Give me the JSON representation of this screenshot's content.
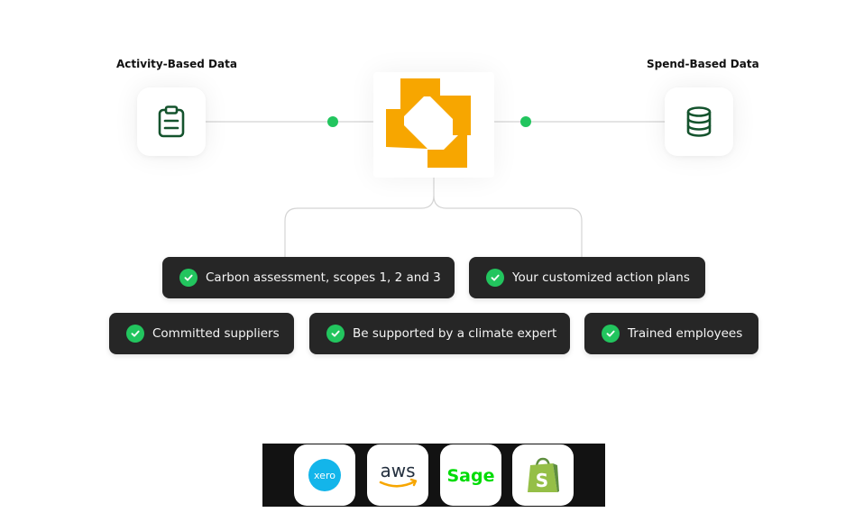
{
  "labels": {
    "activity": "Activity-Based Data",
    "spend": "Spend-Based Data"
  },
  "icons": {
    "activity": "clipboard-icon",
    "spend": "database-icon",
    "center": "brand-logo"
  },
  "colors": {
    "brand_orange": "#f7a600",
    "accent_green": "#22c55e",
    "icon_dark_green": "#14532d",
    "pill_bg": "#262626",
    "strip_bg": "#121212"
  },
  "features_row1": [
    {
      "label": "Carbon assessment, scopes 1, 2 and 3"
    },
    {
      "label": "Your customized action plans"
    }
  ],
  "features_row2": [
    {
      "label": "Committed suppliers"
    },
    {
      "label": "Be supported by a climate expert"
    },
    {
      "label": "Trained employees"
    }
  ],
  "integrations": [
    {
      "name": "xero",
      "text": "xero",
      "color": "#13b5ea"
    },
    {
      "name": "aws",
      "text": "aws",
      "color": "#232f3e"
    },
    {
      "name": "sage",
      "text": "Sage",
      "color": "#00dc06"
    },
    {
      "name": "shopify",
      "text": "S",
      "color": "#95bf47"
    }
  ]
}
